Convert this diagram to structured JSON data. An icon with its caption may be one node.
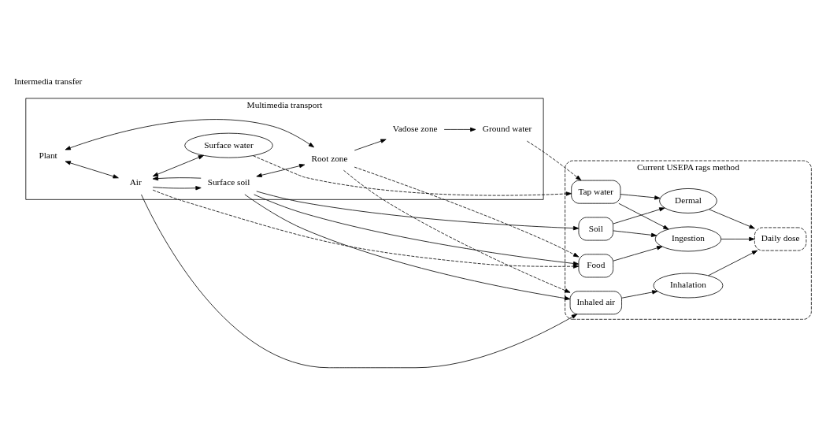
{
  "diagram": {
    "nodes": [
      {
        "text": [
          "Multimedia transport"
        ]
      },
      {
        "text": [
          "Plant"
        ],
        "in": 0
      },
      {
        "text": [
          "Air"
        ],
        "in": 0
      },
      {
        "text": [
          "Surface soil"
        ],
        "in": 0
      },
      {
        "text": [
          "Surface water"
        ],
        "in": 0
      },
      {
        "text": [
          "Root zone"
        ],
        "in": 0
      },
      {
        "text": [
          "Vadose zone"
        ],
        "in": 0
      },
      {
        "text": [
          "Ground water"
        ],
        "in": 0
      },
      {
        "text": [
          "Current USEPA rags method"
        ]
      },
      {
        "text": [
          "Inhaled air"
        ],
        "in": 8
      },
      {
        "text": [
          "Tap water"
        ],
        "in": 8
      },
      {
        "text": [
          "Food"
        ],
        "in": 8
      },
      {
        "text": [
          "Soil"
        ],
        "in": 8
      },
      {
        "text": [
          "Inhalation"
        ],
        "in": 8
      },
      {
        "text": [
          "Ingestion"
        ],
        "in": 8
      },
      {
        "text": [
          "Dermal"
        ],
        "in": 8
      },
      {
        "text": [
          "Daily dose"
        ],
        "in": 8
      }
    ],
    "edges": [
      {
        "from": 1,
        "to": 2,
        "arrow": "both"
      },
      {
        "from": 2,
        "to": 3,
        "arrow": "to"
      },
      {
        "from": 3,
        "to": 2,
        "arrow": "to"
      },
      {
        "from": 2,
        "to": 4,
        "arrow": "both"
      },
      {
        "from": 3,
        "to": 5,
        "arrow": "both"
      },
      {
        "from": 1,
        "to": 5,
        "arrow": "both"
      },
      {
        "from": 5,
        "to": 6,
        "arrow": "to"
      },
      {
        "from": 6,
        "to": 7,
        "arrow": "to"
      },
      {
        "from": 2,
        "to": 9,
        "arrow": "to"
      },
      {
        "from": 2,
        "to": 11,
        "arrow": "to",
        "style": "dashed"
      },
      {
        "from": 5,
        "to": 9,
        "arrow": "to",
        "style": "dashed"
      },
      {
        "from": 5,
        "to": 11,
        "arrow": "to",
        "style": "dashed"
      },
      {
        "from": 3,
        "to": 9,
        "arrow": "to"
      },
      {
        "from": 3,
        "to": 11,
        "arrow": "to"
      },
      {
        "from": 3,
        "to": 12,
        "arrow": "to"
      },
      {
        "from": 4,
        "to": 10,
        "arrow": "to",
        "style": "dashed"
      },
      {
        "from": 7,
        "to": 10,
        "arrow": "to",
        "style": "dashed"
      },
      {
        "from": 9,
        "to": 13,
        "arrow": "to"
      },
      {
        "from": 10,
        "to": 14,
        "arrow": "to"
      },
      {
        "from": 10,
        "to": 15,
        "arrow": "to"
      },
      {
        "from": 11,
        "to": 14,
        "arrow": "to"
      },
      {
        "from": 12,
        "to": 14,
        "arrow": "to"
      },
      {
        "from": 12,
        "to": 15,
        "arrow": "to"
      },
      {
        "from": 13,
        "to": 16,
        "arrow": "to"
      },
      {
        "from": 14,
        "to": 16,
        "arrow": "to"
      },
      {
        "from": 15,
        "to": 16,
        "arrow": "to"
      }
    ],
    "labels": [
      "Intermedia transfer"
    ]
  }
}
